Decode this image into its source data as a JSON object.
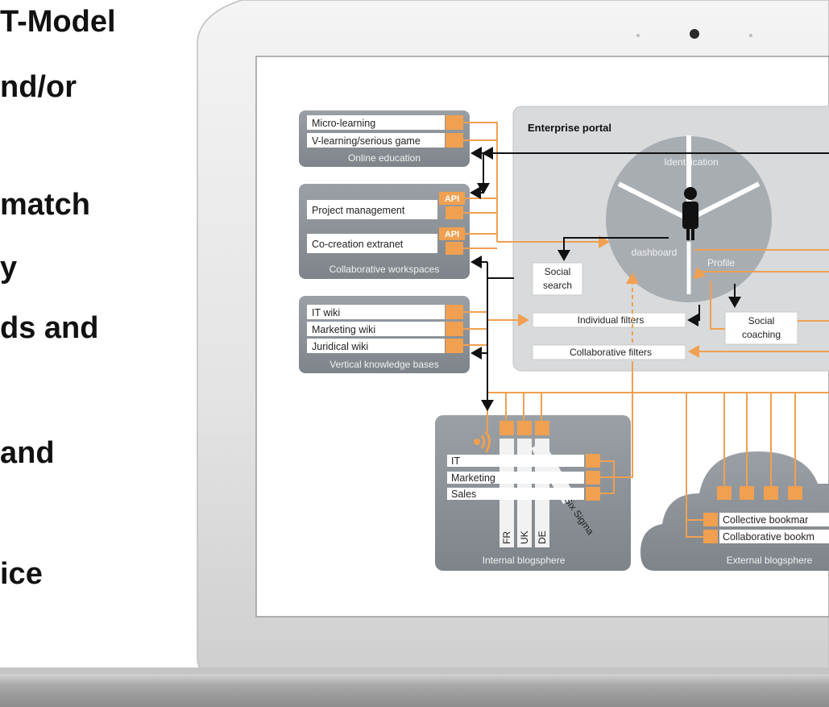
{
  "slide_text": {
    "line1": "T-Model",
    "line2": "nd/or",
    "line3": "match",
    "line4": "y",
    "line5": "ds and",
    "line6": "and",
    "line7": "ice"
  },
  "icon_text": {
    "api": "API"
  },
  "diagram": {
    "online_education": {
      "title": "Online education",
      "items": [
        "Micro-learning",
        "V-learning/serious game"
      ]
    },
    "collaborative_workspaces": {
      "title": "Collaborative workspaces",
      "items": [
        "Project management",
        "Co-creation extranet"
      ]
    },
    "vertical_knowledge_bases": {
      "title": "Vertical knowledge bases",
      "items": [
        "IT wiki",
        "Marketing wiki",
        "Juridical wiki"
      ]
    },
    "enterprise_portal": {
      "title": "Enterprise portal",
      "identification": "Identification",
      "dashboard": "dashboard",
      "profile": "Profile",
      "social_search": [
        "Social",
        "search"
      ],
      "individual_filters": "Individual filters",
      "collaborative_filters": "Collaborative filters",
      "social_coaching": [
        "Social",
        "coaching"
      ]
    },
    "internal_blogsphere": {
      "title": "Internal blogsphere",
      "items": [
        "IT",
        "Marketing",
        "Sales"
      ],
      "columns": [
        "FR",
        "UK",
        "DE",
        "Six Sigma"
      ]
    },
    "external_blogsphere": {
      "title": "External blogsphere",
      "items": [
        "Collective bookmar",
        "Collaborative bookm"
      ]
    }
  },
  "colors": {
    "accent_orange": "#f0a050",
    "box_gray": "#8a9096",
    "portal_gray": "#d8dadc",
    "circle_gray": "#a8adb2"
  }
}
